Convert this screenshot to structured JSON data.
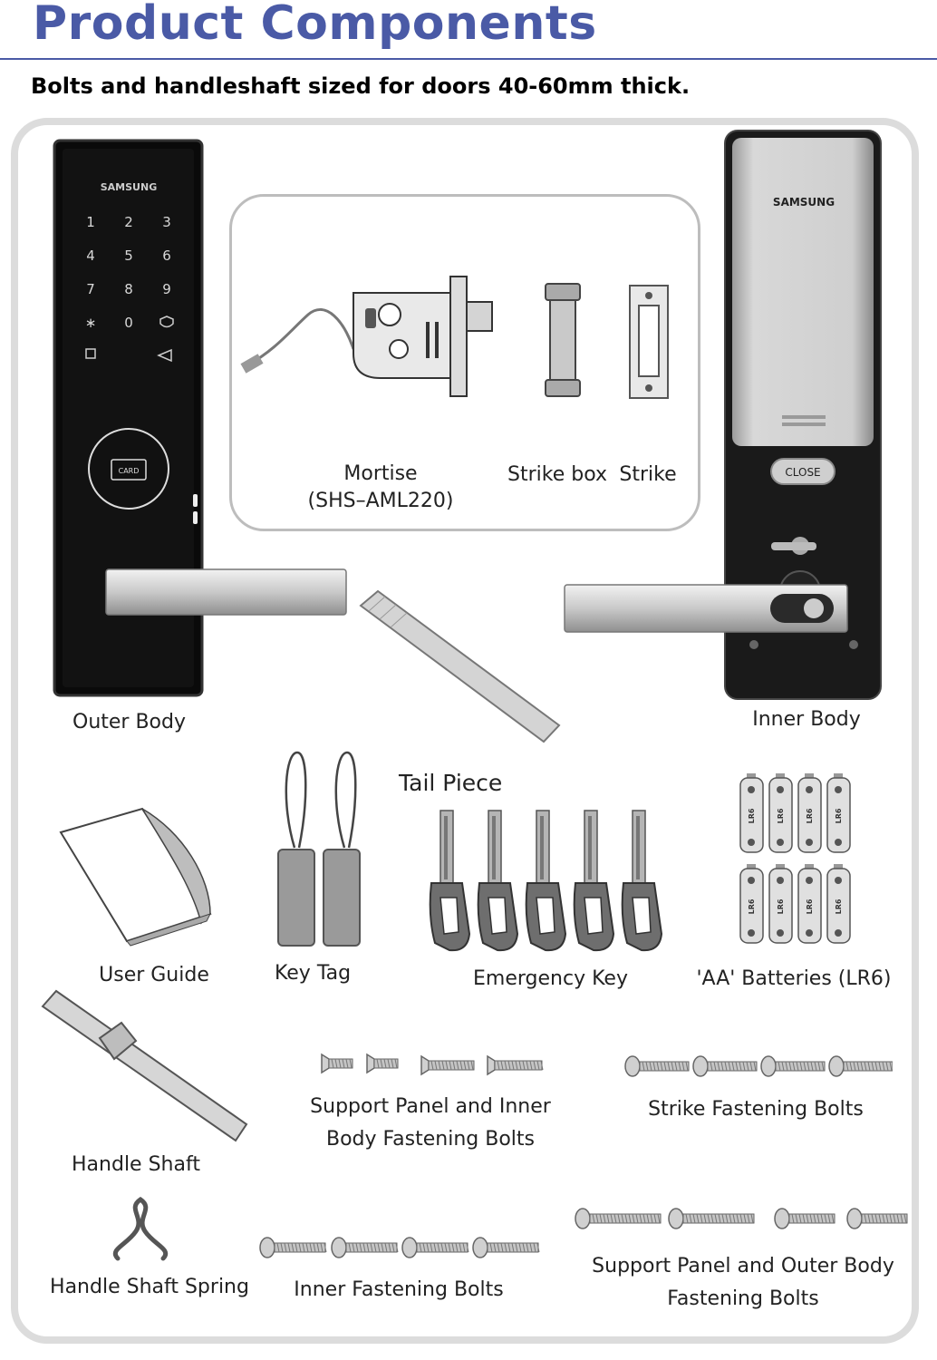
{
  "header": {
    "title": "Product Components",
    "subtitle": "Bolts and handleshaft sized for doors 40-60mm thick."
  },
  "outer_body": {
    "brand": "SAMSUNG",
    "keys": [
      "1",
      "2",
      "3",
      "4",
      "5",
      "6",
      "7",
      "8",
      "9",
      "∗",
      "0"
    ],
    "card_label": "CARD",
    "label": "Outer Body"
  },
  "inner_body": {
    "brand": "SAMSUNG",
    "close_label": "CLOSE",
    "label": "Inner Body"
  },
  "mortise": {
    "label_line1": "Mortise",
    "label_line2": "(SHS–AML220)"
  },
  "strike_box": {
    "label": "Strike box"
  },
  "strike": {
    "label": "Strike"
  },
  "tail_piece": {
    "label": "Tail Piece"
  },
  "user_guide": {
    "label": "User Guide"
  },
  "key_tag": {
    "label": "Key Tag"
  },
  "emergency_key": {
    "label": "Emergency Key"
  },
  "batteries": {
    "label": "'AA' Batteries (LR6)",
    "cell_label": "LR6"
  },
  "handle_shaft": {
    "label": "Handle Shaft"
  },
  "support_inner_bolts": {
    "line1": "Support Panel and Inner",
    "line2": "Body Fastening Bolts"
  },
  "strike_bolts": {
    "label": "Strike Fastening Bolts"
  },
  "handle_shaft_spring": {
    "label": "Handle Shaft Spring"
  },
  "inner_bolts": {
    "label": "Inner Fastening Bolts"
  },
  "support_outer_bolts": {
    "line1": "Support Panel and Outer Body",
    "line2": "Fastening Bolts"
  },
  "colors": {
    "title": "#4a5aa6",
    "panel_border": "#dcdcdc",
    "metal": "#b8b8b8"
  }
}
